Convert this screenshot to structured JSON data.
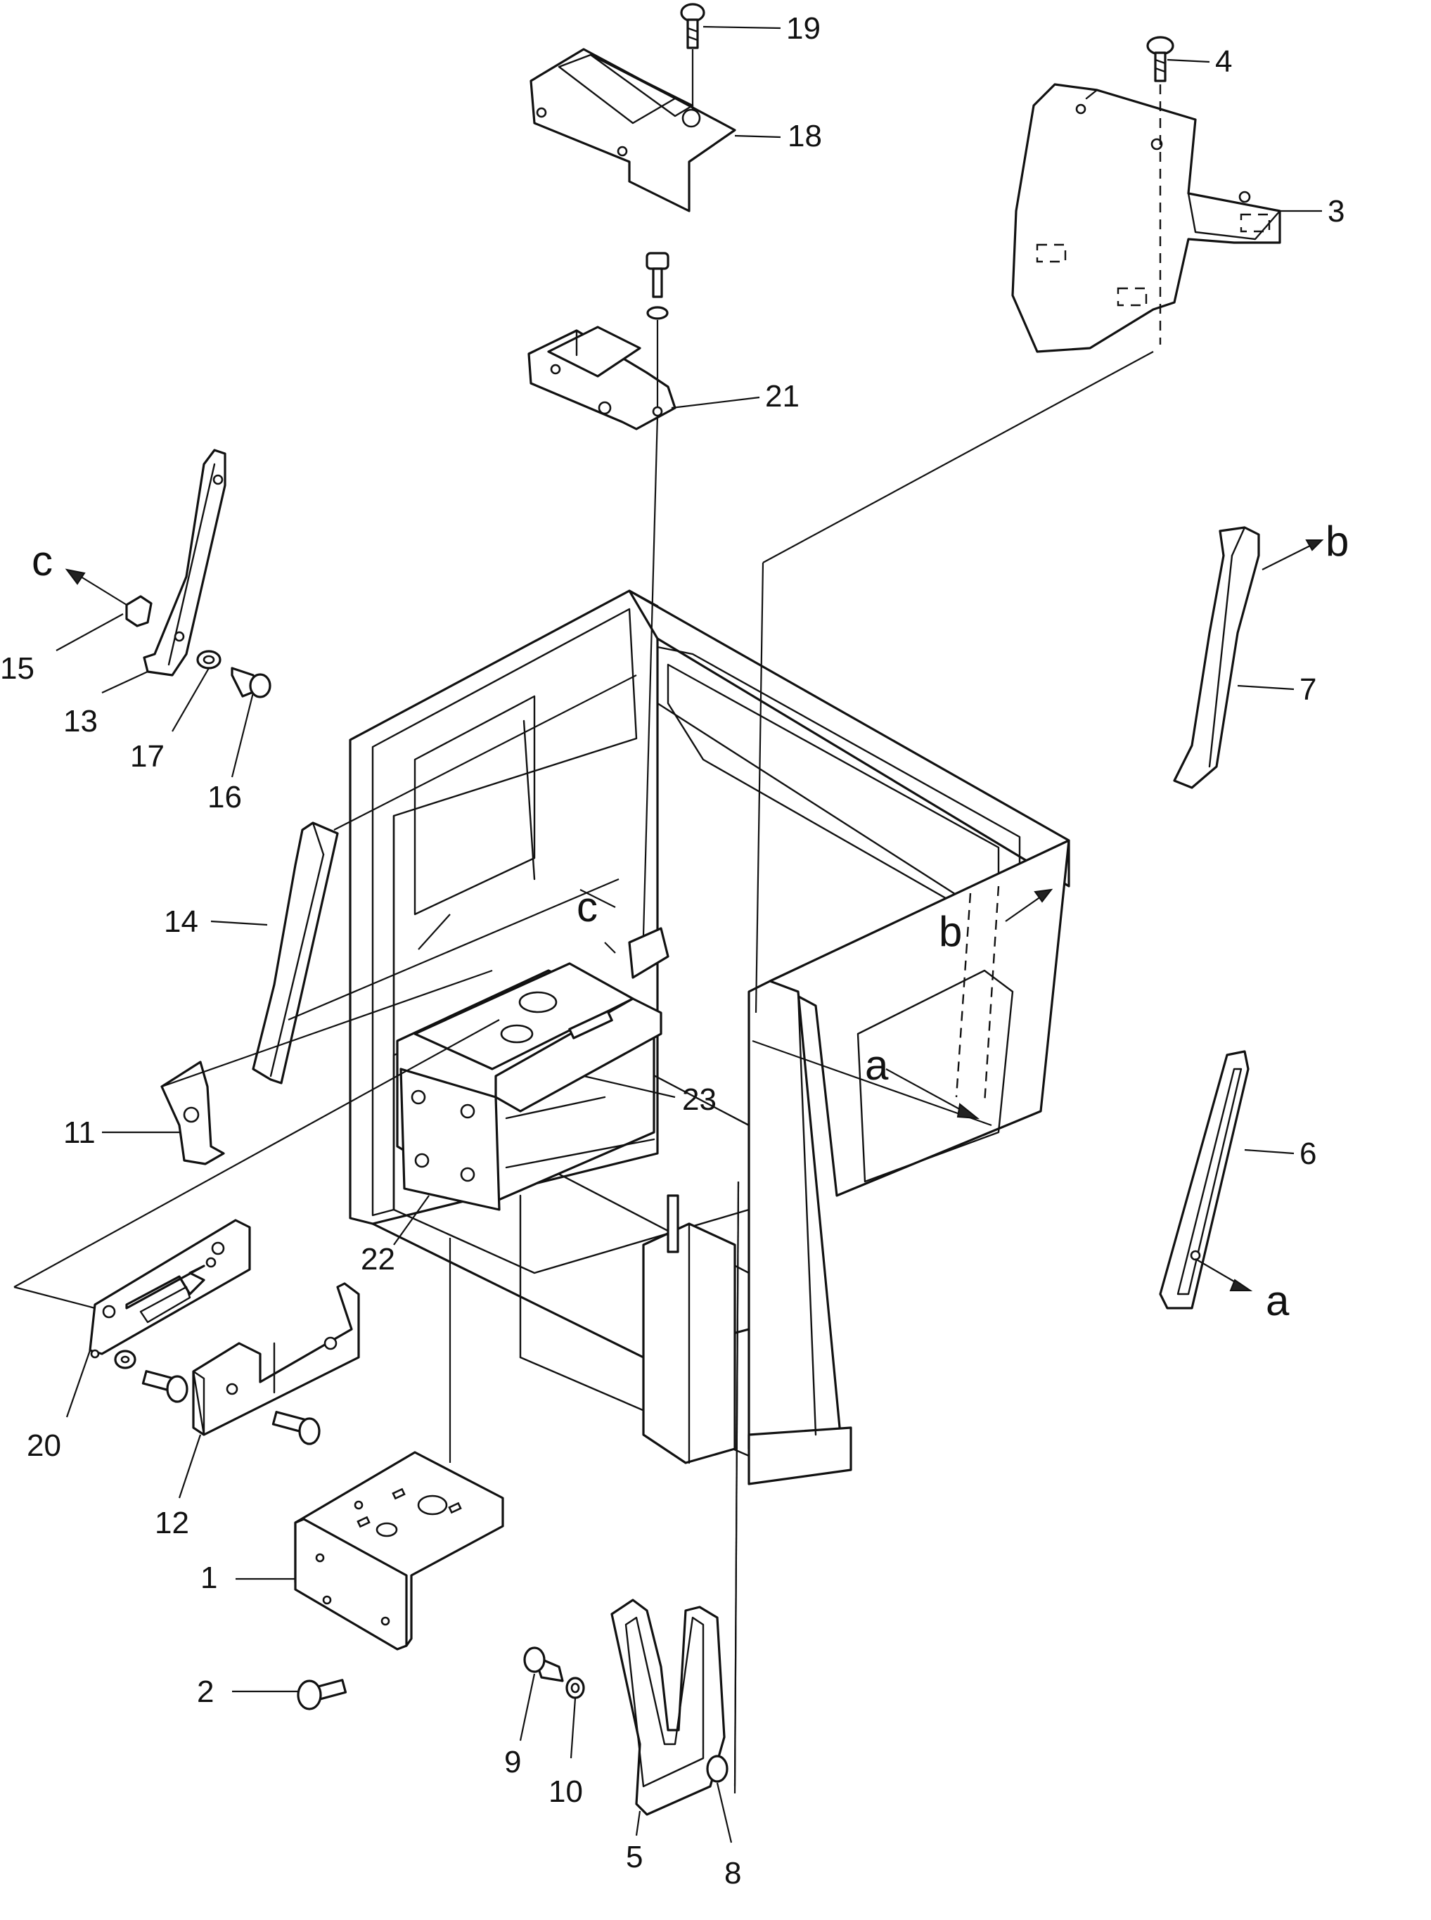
{
  "callouts": [
    "1",
    "2",
    "3",
    "4",
    "5",
    "6",
    "7",
    "8",
    "9",
    "10",
    "11",
    "12",
    "13",
    "14",
    "15",
    "16",
    "17",
    "18",
    "19",
    "20",
    "21",
    "22",
    "23"
  ],
  "reference_letters": {
    "a": "a",
    "b": "b",
    "c": "c"
  }
}
